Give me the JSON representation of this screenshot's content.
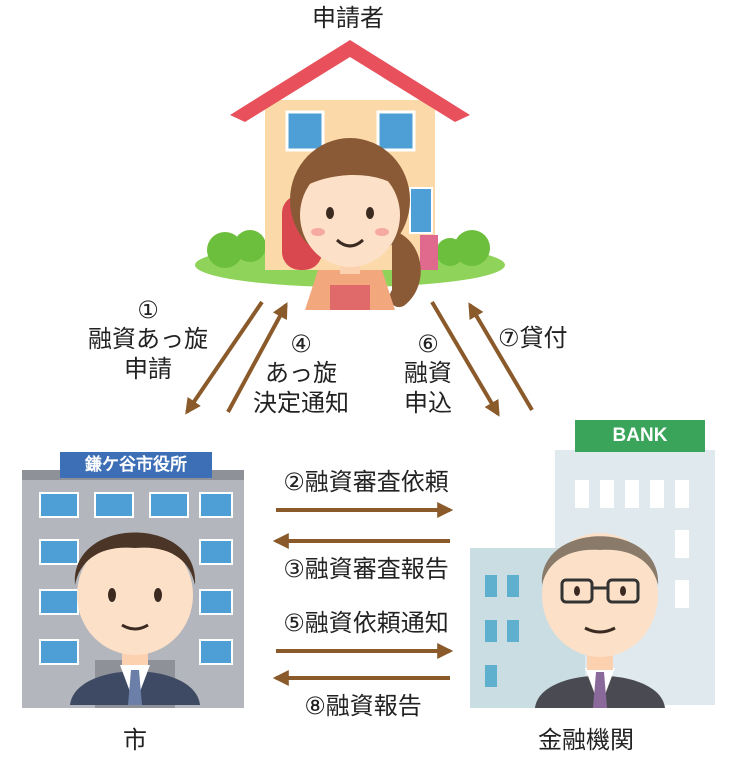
{
  "nodes": {
    "applicant": "申請者",
    "city": "市",
    "bank": "金融機関",
    "city_hall_sign": "鎌ケ谷市役所",
    "bank_sign": "BANK"
  },
  "steps": {
    "s1_num": "①",
    "s1_line1": "融資あっ旋",
    "s1_line2": "申請",
    "s4_num": "④",
    "s4_line1": "あっ旋",
    "s4_line2": "決定通知",
    "s6_num": "⑥",
    "s6_line1": "融資",
    "s6_line2": "申込",
    "s7": "⑦貸付",
    "s2": "②融資審査依頼",
    "s3": "③融資審査報告",
    "s5": "⑤融資依頼通知",
    "s8": "⑧融資報告"
  },
  "colors": {
    "arrow": "#8a5a2b",
    "roof": "#e8505b",
    "house_wall": "#fbd9a8",
    "city_sign": "#3d6fb6",
    "bank_sign": "#3aa55a"
  }
}
